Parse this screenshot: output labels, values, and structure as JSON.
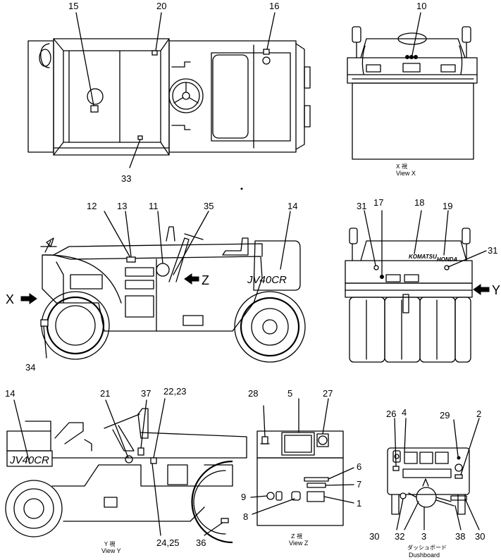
{
  "labels": {
    "top": {
      "n15": "15",
      "n20": "20",
      "n16": "16",
      "n33": "33"
    },
    "viewx": {
      "n10": "10",
      "jp": "X 視",
      "caption": "View X"
    },
    "side": {
      "n12": "12",
      "n13": "13",
      "n11": "11",
      "n35": "35",
      "n14": "14",
      "n34": "34",
      "arrow_x": "X",
      "arrow_z": "Z",
      "model": "JV40CR"
    },
    "rear": {
      "n31a": "31",
      "n17": "17",
      "n18": "18",
      "n19": "19",
      "n31b": "31",
      "arrow_y": "Y",
      "brand": "KOMATSU",
      "brand_small": "HONDA"
    },
    "viewy": {
      "n14": "14",
      "n21": "21",
      "n37": "37",
      "n22_23": "22,23",
      "n24_25": "24,25",
      "n36": "36",
      "model": "JV40CR",
      "jp": "Y 視",
      "caption": "View Y"
    },
    "viewz": {
      "n28": "28",
      "n5": "5",
      "n27": "27",
      "n6": "6",
      "n7": "7",
      "n9": "9",
      "n1": "1",
      "n8": "8",
      "jp": "Z 視",
      "caption": "View Z"
    },
    "dash": {
      "n26": "26",
      "n4": "4",
      "n29": "29",
      "n2": "2",
      "n30a": "30",
      "n32": "32",
      "n3": "3",
      "n38": "38",
      "n30b": "30",
      "jp": "ダッシュボード",
      "caption": "Dushboard"
    }
  }
}
